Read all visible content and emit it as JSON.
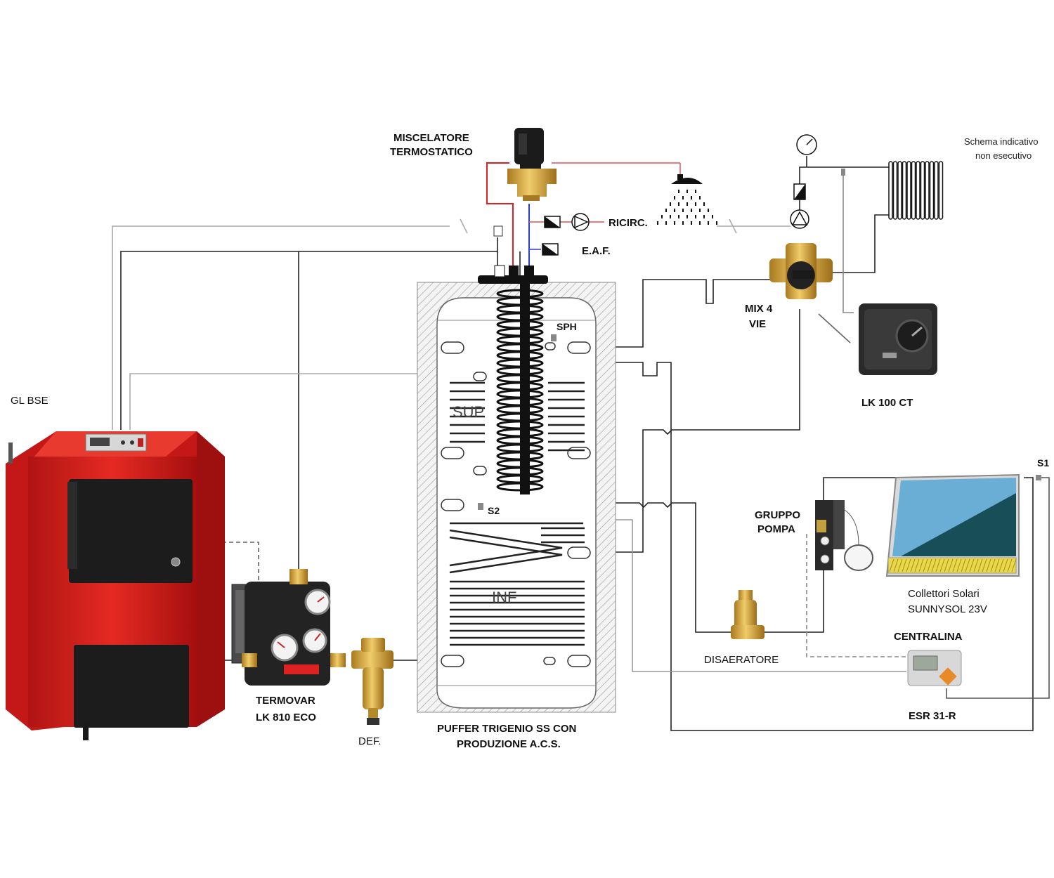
{
  "note": {
    "line1": "Schema indicativo",
    "line2": "non esecutivo"
  },
  "labels": {
    "boiler": "GL BSE",
    "mixer_valve_line1": "MISCELATORE",
    "mixer_valve_line2": "TERMOSTATICO",
    "recirculation": "RICIRC.",
    "cold_water": "E.A.F.",
    "mix4_line1": "MIX 4",
    "mix4_line2": "VIE",
    "actuator": "LK 100 CT",
    "sensor_sph": "SPH",
    "zone_sup": "SUP",
    "zone_inf": "INF",
    "sensor_s2": "S2",
    "sensor_s1": "S1",
    "pump_group_line1": "GRUPPO",
    "pump_group_line2": "POMPA",
    "collectors_line1": "Collettori Solari",
    "collectors_line2": "SUNNYSOL 23V",
    "controller_title": "CENTRALINA",
    "controller_model": "ESR 31-R",
    "deaerator": "DISAERATORE",
    "termovar_line1": "TERMOVAR",
    "termovar_line2": "LK 810 ECO",
    "defangator": "DEF.",
    "puffer_line1": "PUFFER TRIGENIO SS CON",
    "puffer_line2": "PRODUZIONE A.C.S."
  },
  "colors": {
    "hot_pipe": "#e02020",
    "cold_pipe": "#2a3fd8",
    "boiler_red": "#d81e1e",
    "brass": "#d9a53a",
    "solar_blue": "#6aaed6",
    "solar_dark": "#174e57"
  }
}
